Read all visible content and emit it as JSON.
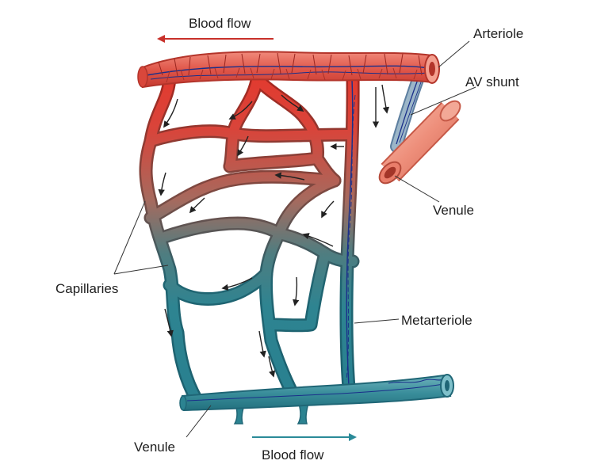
{
  "labels": {
    "blood_flow_top": "Blood flow",
    "blood_flow_bottom": "Blood flow",
    "arteriole": "Arteriole",
    "av_shunt": "AV shunt",
    "venule_right": "Venule",
    "capillaries": "Capillaries",
    "metarteriole": "Metarteriole",
    "venule_bottom": "Venule"
  },
  "colors": {
    "arterial": "#e0453a",
    "arterial_dark": "#b8352c",
    "venous": "#2b7f8e",
    "venous_dark": "#1f6676",
    "vein_lines": "#1a2f8a",
    "flow_arrow_top": "#c8302a",
    "flow_arrow_bottom": "#2a8a98",
    "leader": "#333333"
  }
}
